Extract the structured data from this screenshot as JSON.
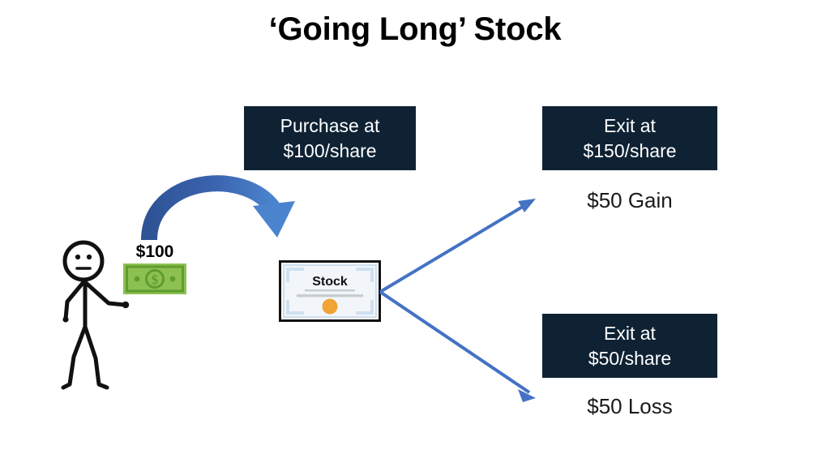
{
  "slide": {
    "title": "‘Going Long’ Stock",
    "background_color": "#ffffff"
  },
  "colors": {
    "navy_box": "#0f2234",
    "box_text": "#ffffff",
    "arrow_blue": "#4472c4",
    "arrow_blue_dark": "#2e5396",
    "money_green": "#7dbb52",
    "money_green_dark": "#5a9a2e",
    "seal_orange": "#f0a434",
    "body_text": "#1a1a1a",
    "figure_black": "#111111"
  },
  "boxes": {
    "purchase": {
      "line1": "Purchase at",
      "line2": "$100/share"
    },
    "exit_high": {
      "line1": "Exit at",
      "line2": "$150/share"
    },
    "exit_low": {
      "line1": "Exit at",
      "line2": "$50/share"
    }
  },
  "results": {
    "gain": "$50 Gain",
    "loss": "$50 Loss"
  },
  "money": {
    "label": "$100",
    "symbol": "$"
  },
  "certificate": {
    "label": "Stock"
  },
  "icons": {
    "curved_arrow": "curved-arrow-icon",
    "arrow_up": "arrow-up-right-icon",
    "arrow_down": "arrow-down-right-icon",
    "stick_figure": "stick-figure-icon",
    "money_bill": "money-bill-icon",
    "stock_certificate": "stock-certificate-icon"
  }
}
